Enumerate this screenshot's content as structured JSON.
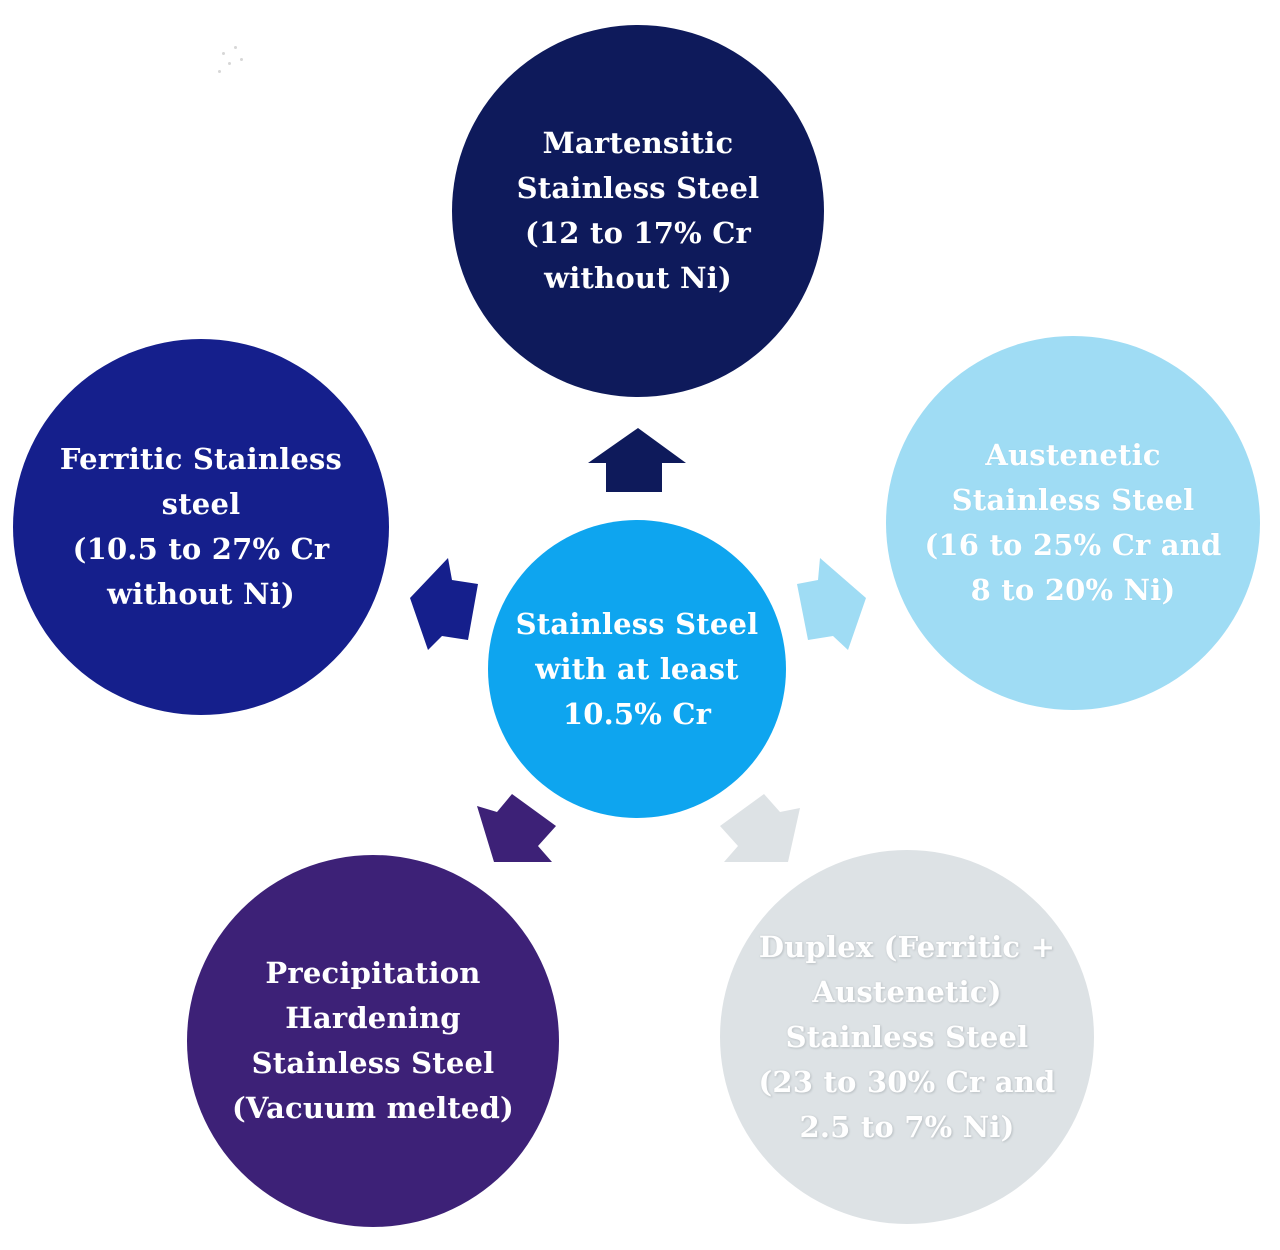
{
  "nodes": {
    "center": {
      "label": "Stainless Steel\nwith at least\n10.5% Cr",
      "color": "#0ea5ef"
    },
    "martensitic": {
      "label": "Martensitic\nStainless Steel\n(12 to 17% Cr\nwithout Ni)",
      "color": "#0e1a5b"
    },
    "ferritic": {
      "label": "Ferritic Stainless\nsteel\n(10.5 to 27% Cr\nwithout Ni)",
      "color": "#151f8c"
    },
    "austenitic": {
      "label": "Austenetic\nStainless Steel\n(16 to 25% Cr and\n8 to 20% Ni)",
      "color": "#9fdcf4"
    },
    "precipitation": {
      "label": "Precipitation\nHardening\nStainless Steel\n(Vacuum melted)",
      "color": "#3d2177"
    },
    "duplex": {
      "label": "Duplex (Ferritic +\nAustenetic)\nStainless Steel\n(23 to 30% Cr and\n2.5 to 7% Ni)",
      "color": "#dde2e5"
    }
  },
  "arrow_colors": {
    "up": "#0e1a5b",
    "left": "#151f8c",
    "right": "#9fdcf4",
    "down_left": "#3d2177",
    "down_right": "#dde2e5"
  }
}
